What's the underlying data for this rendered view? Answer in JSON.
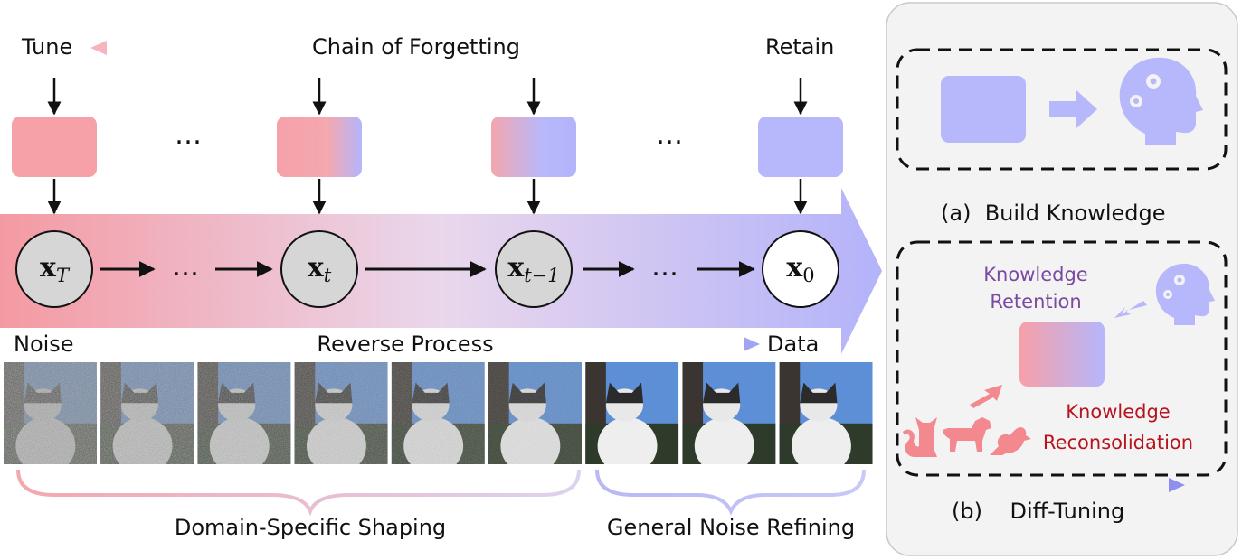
{
  "top": {
    "left_label": "Tune",
    "center_label": "Chain of Forgetting",
    "right_label": "Retain"
  },
  "ellipsis": "…",
  "nodes": [
    {
      "base": "x",
      "sub": "T"
    },
    {
      "base": "x",
      "sub": "t"
    },
    {
      "base": "x",
      "sub": "t−1"
    },
    {
      "base": "x",
      "sub": "0"
    }
  ],
  "process": {
    "left_label": "Noise",
    "center_label": "Reverse Process",
    "right_label": "Data"
  },
  "brackets": {
    "left": "Domain-Specific Shaping",
    "right": "General Noise Refining"
  },
  "panel_a": {
    "caption_tag": "(a)",
    "caption": "Build Knowledge"
  },
  "panel_b": {
    "caption_tag": "(b)",
    "caption": "Diff-Tuning",
    "retention_line1": "Knowledge",
    "retention_line2": "Retention",
    "reconsolidation_line1": "Knowledge",
    "reconsolidation_line2": "Reconsolidation"
  },
  "colors": {
    "tune": "#f6a0a8",
    "retain": "#b7b7fb",
    "node_gray": "#d6d6d6",
    "panel_bg": "#f3f3f3",
    "retention_text": "#7a4aa0",
    "reconsolidation_text": "#b8141e",
    "animal_icons": "#f3888f"
  },
  "icons": [
    "head-gears-icon",
    "cat-icon",
    "dog-icon",
    "bird-icon",
    "arrow-icon"
  ]
}
